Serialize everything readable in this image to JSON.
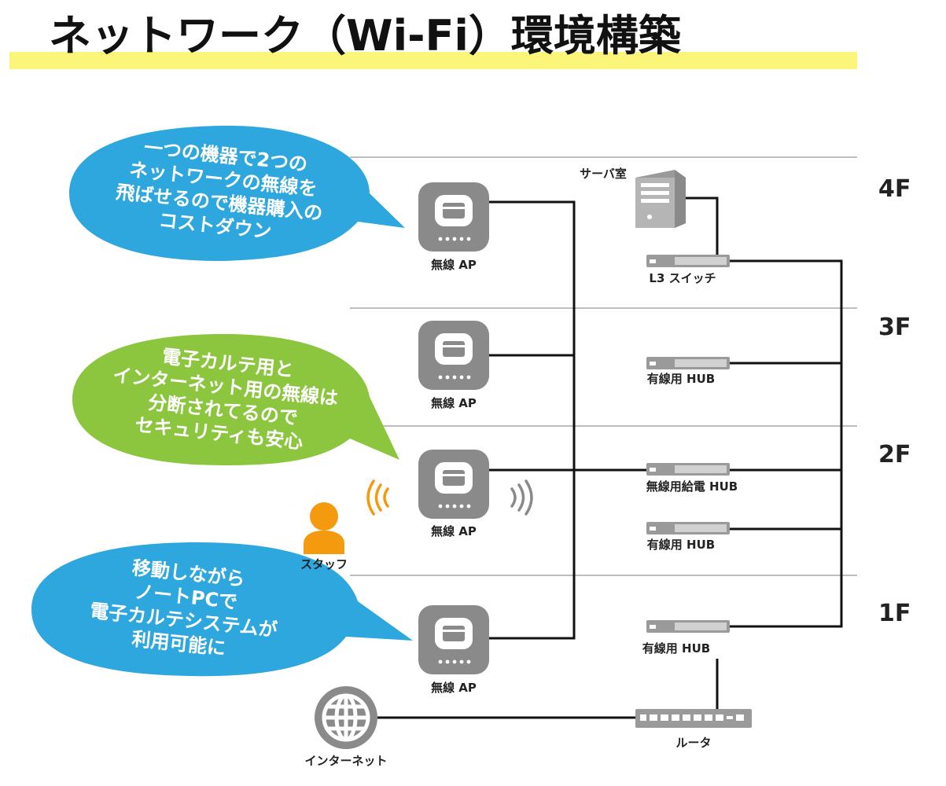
{
  "title": "ネットワーク（Wi-Fi）環境構築",
  "colors": {
    "title_underline": "#fbf67a",
    "bubble_blue": "#2ea7de",
    "bubble_green": "#8cc63f",
    "device_gray": "#8a8a8a",
    "staff_orange": "#f39a0e",
    "wave_orange": "#f39a0e",
    "wave_gray": "#8a8a8a"
  },
  "floors": [
    "4F",
    "3F",
    "2F",
    "1F"
  ],
  "bubbles": [
    {
      "lines": [
        "一つの機器で2つの",
        "ネットワークの無線を",
        "飛ばせるので機器購入の",
        "コストダウン"
      ]
    },
    {
      "lines": [
        "電子カルテ用と",
        "インターネット用の無線は",
        "分断されてるので",
        "セキュリティも安心"
      ]
    },
    {
      "lines": [
        "移動しながら",
        "ノートPCで",
        "電子カルテシステムが",
        "利用可能に"
      ]
    }
  ],
  "access_points": [
    {
      "label": "無線 AP"
    },
    {
      "label": "無線 AP"
    },
    {
      "label": "無線 AP"
    },
    {
      "label": "無線 AP"
    }
  ],
  "server_label": "サーバ室",
  "switches": [
    {
      "label": "L3 スイッチ"
    },
    {
      "label": "有線用 HUB"
    },
    {
      "label": "無線用給電 HUB"
    },
    {
      "label": "有線用 HUB"
    },
    {
      "label": "有線用 HUB"
    }
  ],
  "router_label": "ルータ",
  "internet_label": "インターネット",
  "staff_label": "スタッフ"
}
